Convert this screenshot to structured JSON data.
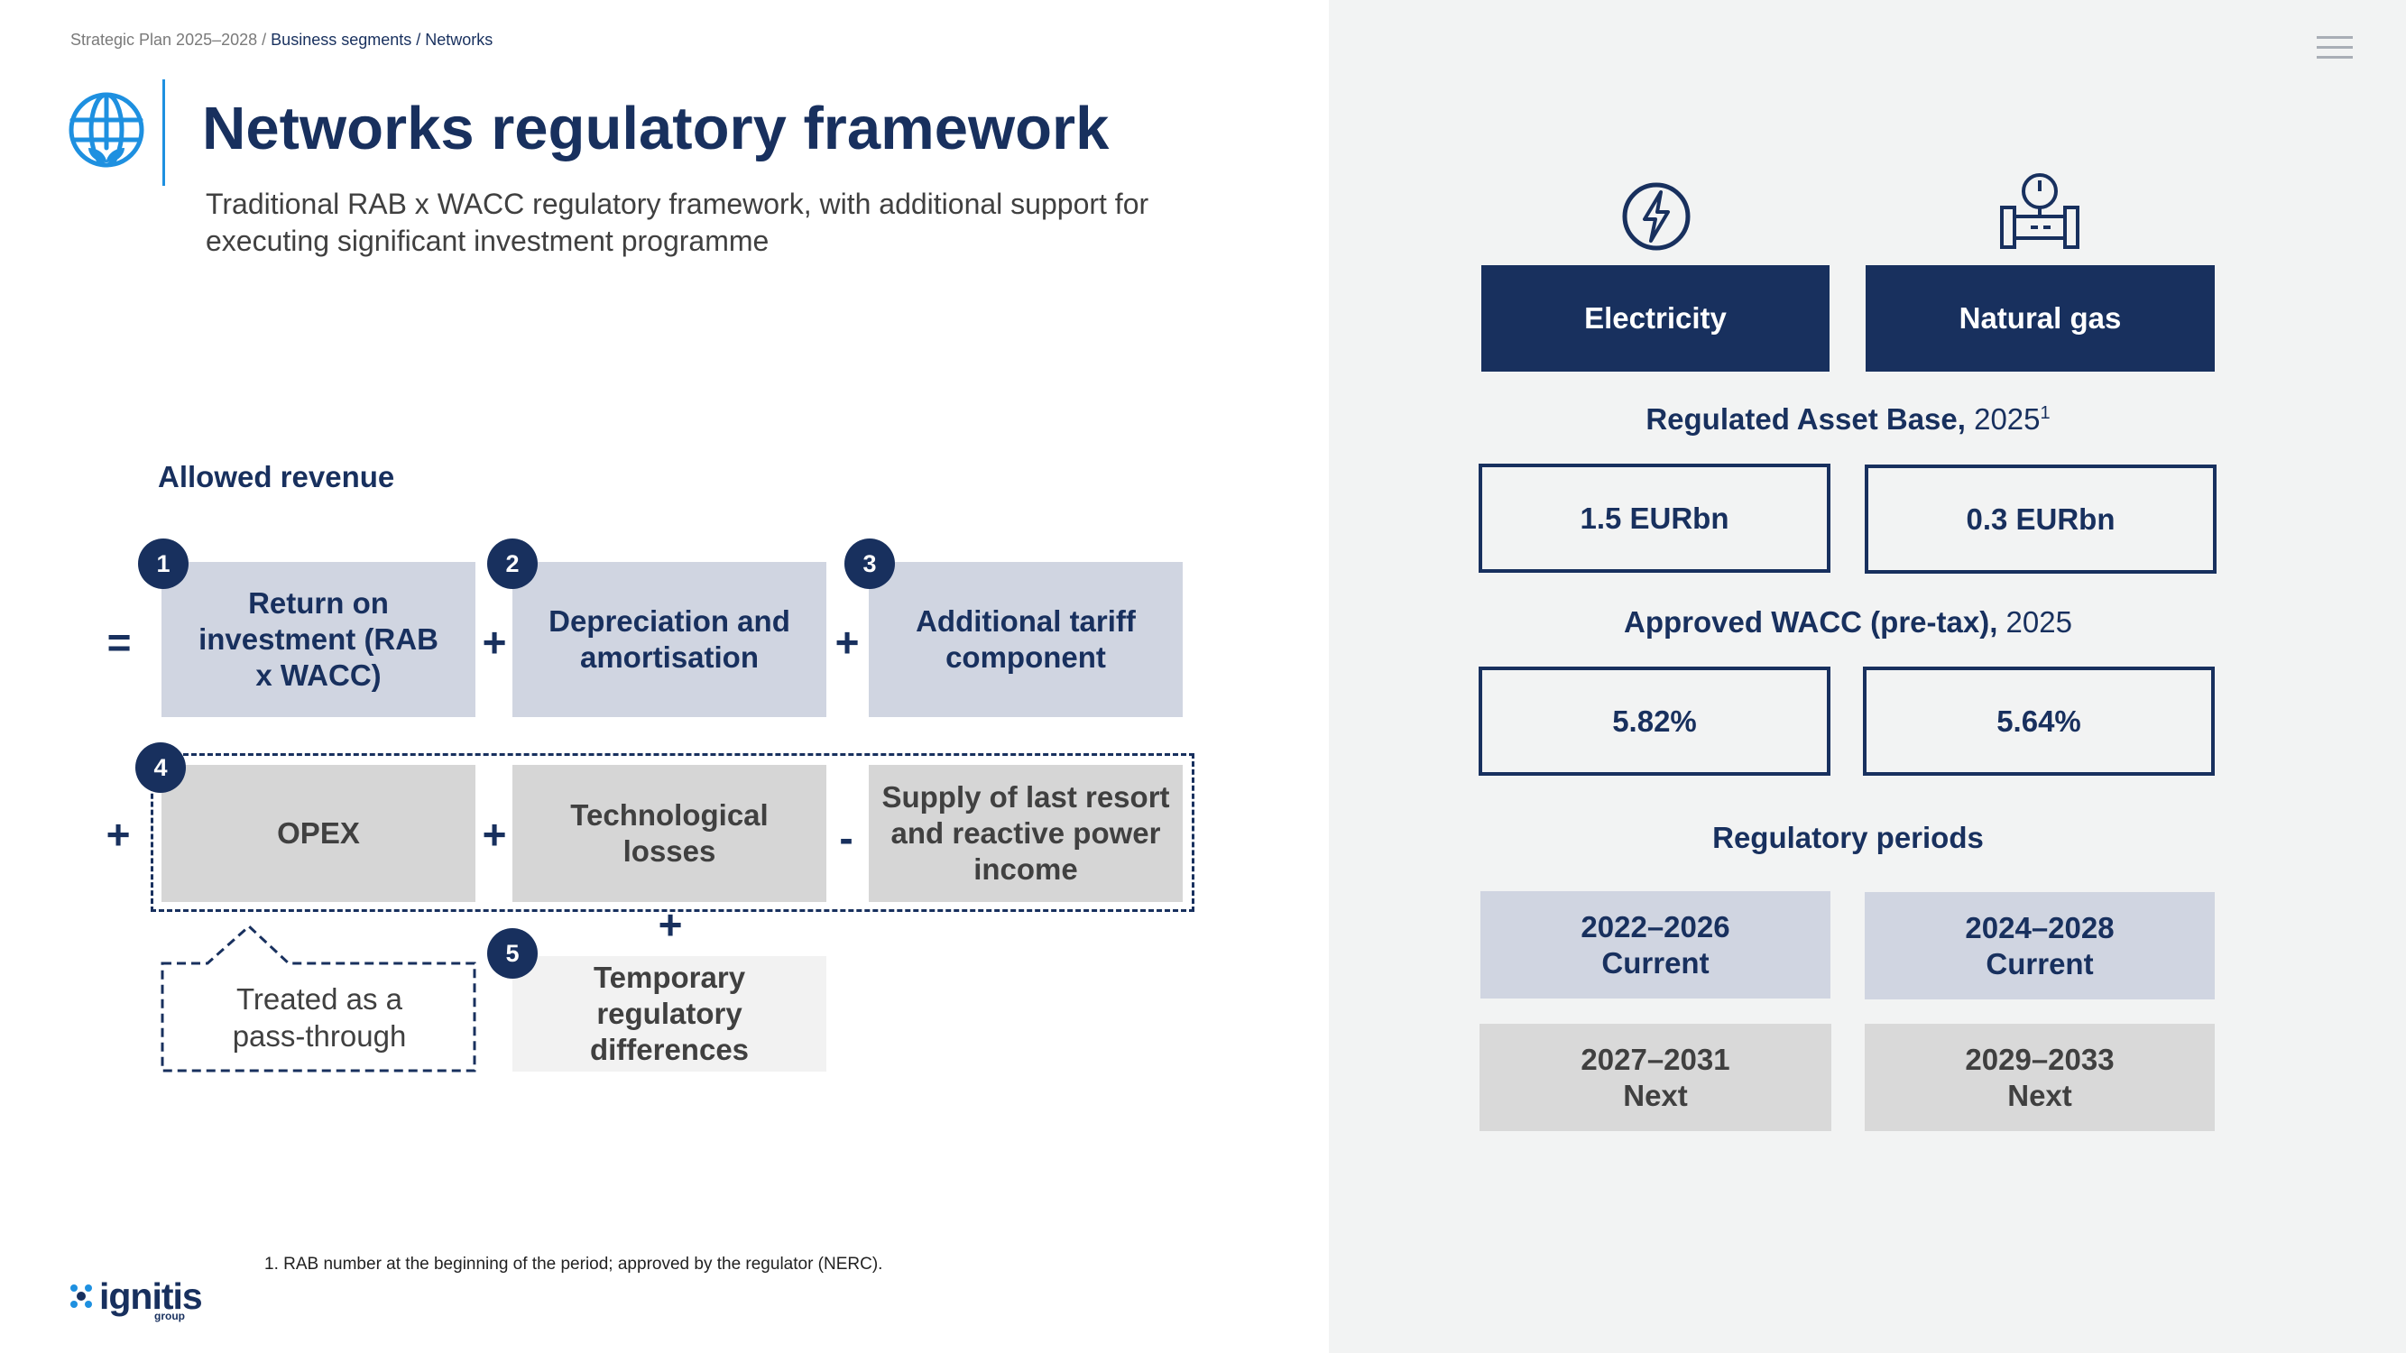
{
  "breadcrumb": {
    "root": "Strategic Plan 2025–2028 / ",
    "current": "Business segments / Networks"
  },
  "title": "Networks regulatory framework",
  "subtitle": "Traditional RAB x WACC regulatory framework, with additional support for executing significant investment programme",
  "formula": {
    "label": "Allowed revenue",
    "equals": "=",
    "row1": [
      {
        "badge": "1",
        "text": "Return on investment (RAB x WACC)"
      },
      {
        "op": "+",
        "badge": "2",
        "text": "Depreciation and amortisation"
      },
      {
        "op": "+",
        "badge": "3",
        "text": "Additional tariff component"
      }
    ],
    "row2": {
      "lead_op": "+",
      "badge": "4",
      "items": [
        {
          "text": "OPEX"
        },
        {
          "op": "+",
          "text": "Technological losses"
        },
        {
          "op": "-",
          "text": "Supply of last resort and reactive power income"
        }
      ]
    },
    "row3": {
      "op": "+",
      "badge": "5",
      "text": "Temporary regulatory differences"
    },
    "callout": "Treated as a pass-through"
  },
  "footnote": "1. RAB number at the beginning of the period; approved by the regulator (NERC).",
  "logo": {
    "name": "ignitis",
    "sub": "group"
  },
  "segments": [
    {
      "name": "Electricity",
      "icon": "lightning-icon",
      "rab": "1.5 EURbn",
      "wacc": "5.82%",
      "periods": [
        {
          "years": "2022–2026",
          "status": "Current"
        },
        {
          "years": "2027–2031",
          "status": "Next"
        }
      ]
    },
    {
      "name": "Natural gas",
      "icon": "gas-pipe-icon",
      "rab": "0.3 EURbn",
      "wacc": "5.64%",
      "periods": [
        {
          "years": "2024–2028",
          "status": "Current"
        },
        {
          "years": "2029–2033",
          "status": "Next"
        }
      ]
    }
  ],
  "labels": {
    "rab_bold": "Regulated Asset Base,",
    "rab_year": " 2025",
    "rab_sup": "1",
    "wacc_bold": "Approved WACC (pre-tax),",
    "wacc_year": " 2025",
    "periods": "Regulatory periods"
  },
  "colors": {
    "navy": "#18305e",
    "accent": "#1e90e0",
    "light_blue": "#d0d5e1",
    "grey": "#d6d6d6",
    "panel": "#f2f3f3"
  }
}
